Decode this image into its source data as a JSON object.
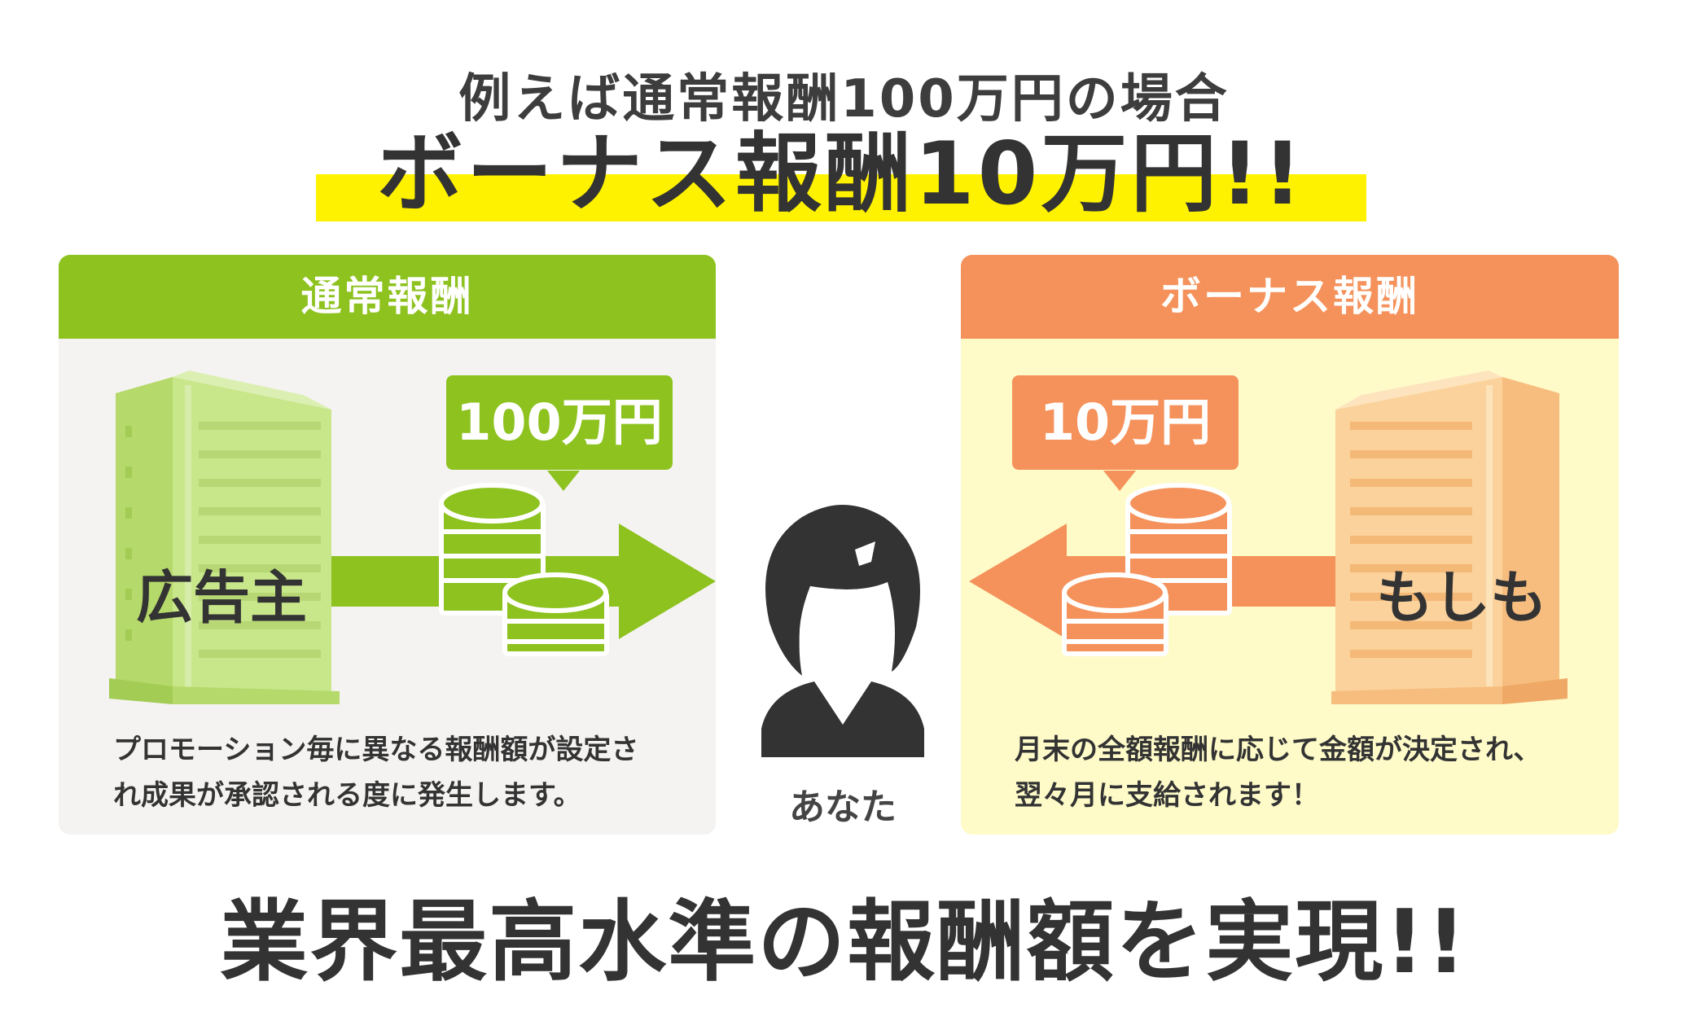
{
  "headline": {
    "subtitle": "例えば通常報酬100万円の場合",
    "title": "ボーナス報酬10万円!!"
  },
  "normal_panel": {
    "header": "通常報酬",
    "amount": "100万円",
    "source_label": "広告主",
    "description": "プロモーション毎に異なる報酬額が設定さ\nれ成果が承認される度に発生します。"
  },
  "bonus_panel": {
    "header": "ボーナス報酬",
    "amount": "10万円",
    "source_label": "もしも",
    "description": "月末の全額報酬に応じて金額が決定され、\n翌々月に支給されます！"
  },
  "recipient": {
    "label": "あなた"
  },
  "footer": {
    "text": "業界最高水準の報酬額を実現!!"
  },
  "colors": {
    "green": "#8dc21f",
    "green_light": "#c8e68a",
    "orange": "#f5925b",
    "orange_light": "#fbd29b",
    "highlight_yellow": "#fff200",
    "person": "#333333"
  }
}
